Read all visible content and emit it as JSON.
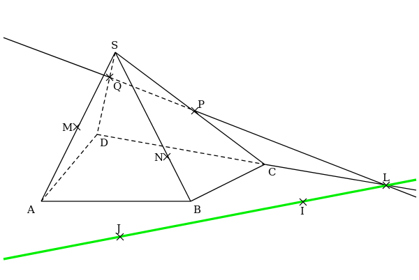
{
  "points": {
    "S": "S",
    "A": "A",
    "B": "B",
    "C": "C",
    "D": "D",
    "M": "M",
    "N": "N",
    "P": "P",
    "Q": "Q",
    "L": "L",
    "I": "I",
    "J": "J"
  },
  "colors": {
    "highlight_line": "#00ee00",
    "ink": "#000000"
  }
}
